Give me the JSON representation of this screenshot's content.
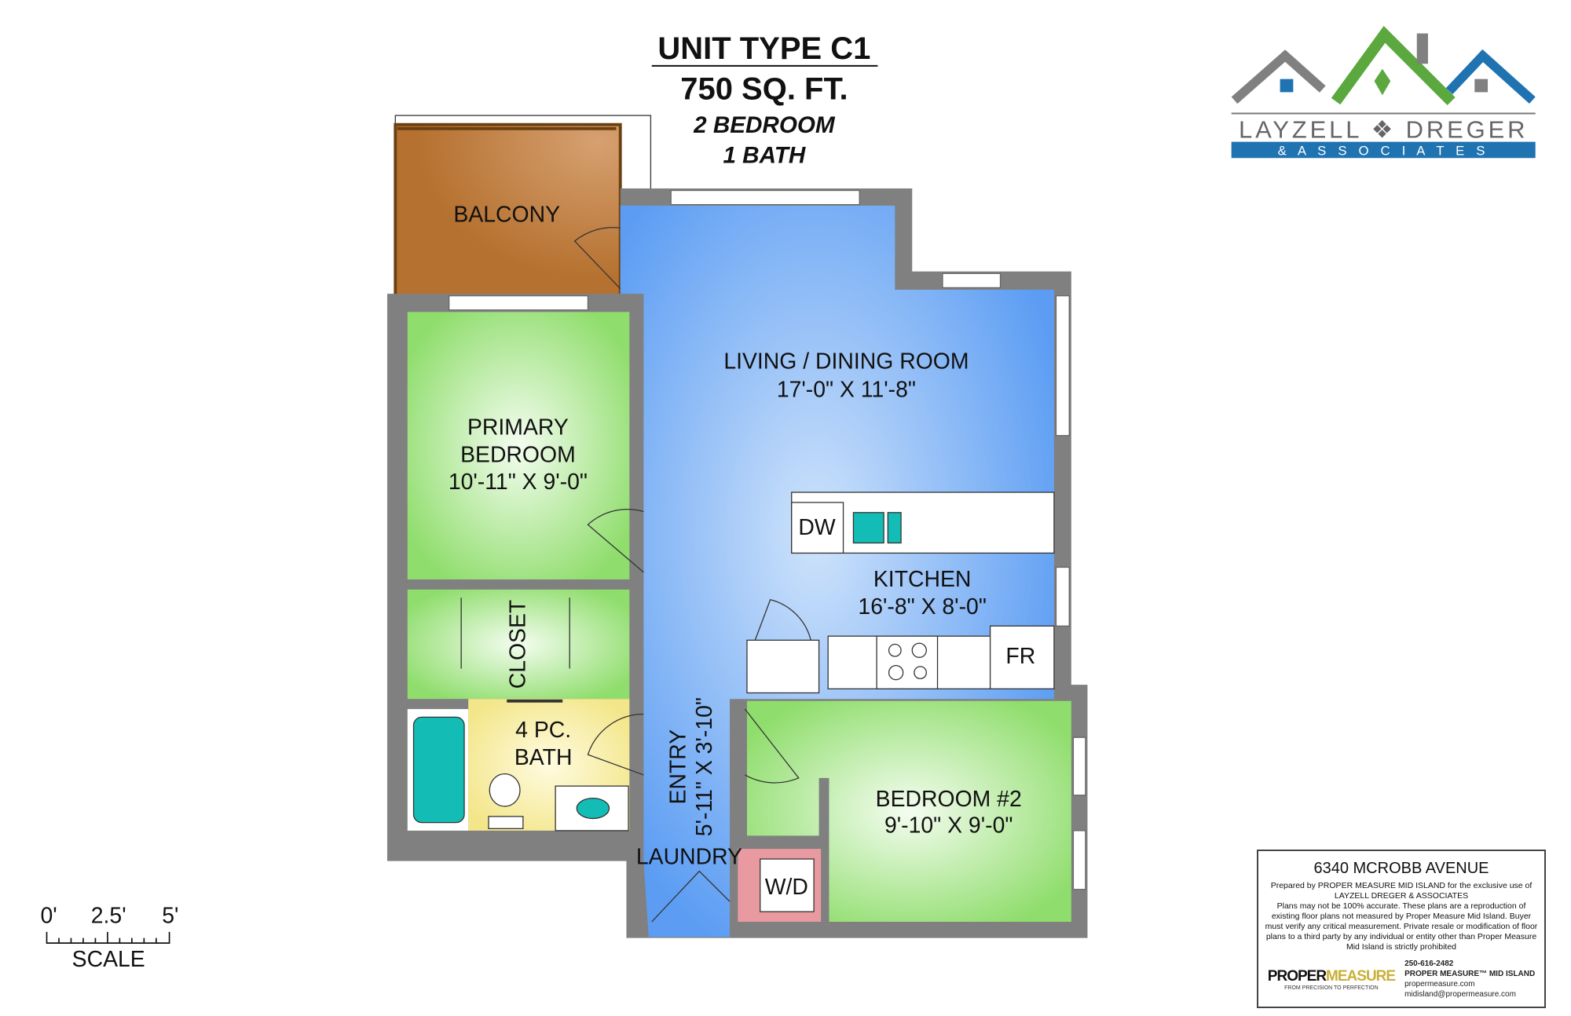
{
  "title": {
    "unit_type": "UNIT TYPE C1",
    "area": "750 SQ. FT.",
    "bedrooms": "2 BEDROOM",
    "baths": "1 BATH"
  },
  "rooms": {
    "balcony": "BALCONY",
    "living": {
      "name": "LIVING / DINING ROOM",
      "size": "17'-0\" X 11'-8\""
    },
    "primary": {
      "line1": "PRIMARY",
      "line2": "BEDROOM",
      "size": "10'-11\" X 9'-0\""
    },
    "closet": "CLOSET",
    "bath": {
      "line1": "4 PC.",
      "line2": "BATH"
    },
    "entry": {
      "name": "ENTRY",
      "size": "5'-11\" X 3'-10\""
    },
    "laundry": "LAUNDRY",
    "washer_dryer": "W/D",
    "kitchen": {
      "name": "KITCHEN",
      "size": "16'-8\" X 8'-0\""
    },
    "dishwasher": "DW",
    "fridge": "FR",
    "bedroom2": {
      "name": "BEDROOM #2",
      "size": "9'-10\" X 9'-0\""
    }
  },
  "scale": {
    "ticks": [
      "0'",
      "2.5'",
      "5'"
    ],
    "label": "SCALE"
  },
  "logo": {
    "line1": "LAYZELL ❖ DREGER",
    "line2": "& A S S O C I A T E S"
  },
  "info": {
    "address": "6340 MCROBB AVENUE",
    "prepared": "Prepared by PROPER MEASURE MID ISLAND for the exclusive use of LAYZELL DREGER & ASSOCIATES",
    "disclaimer": "Plans may not be 100% accurate. These plans are a reproduction of existing floor plans not measured by Proper Measure Mid Island. Buyer must verify any critical measurement. Private resale or modification of floor plans to a third party by any individual or entity other than Proper Measure Mid Island is strictly prohibited",
    "brand_a": "PROPER",
    "brand_b": "MEASURE",
    "tagline": "FROM PRECISION TO PERFECTION",
    "phone": "250-616-2482",
    "company": "PROPER MEASURE™ MID ISLAND",
    "website": "propermeasure.com",
    "email": "midisland@propermeasure.com"
  },
  "colors": {
    "wall": "#808080",
    "living": "#6aa8f5",
    "bedroom": "#9be27a",
    "bath": "#f6eea0",
    "balcony": "#b8763a",
    "laundry": "#e89aa0",
    "fixture": "#13bdb5"
  }
}
